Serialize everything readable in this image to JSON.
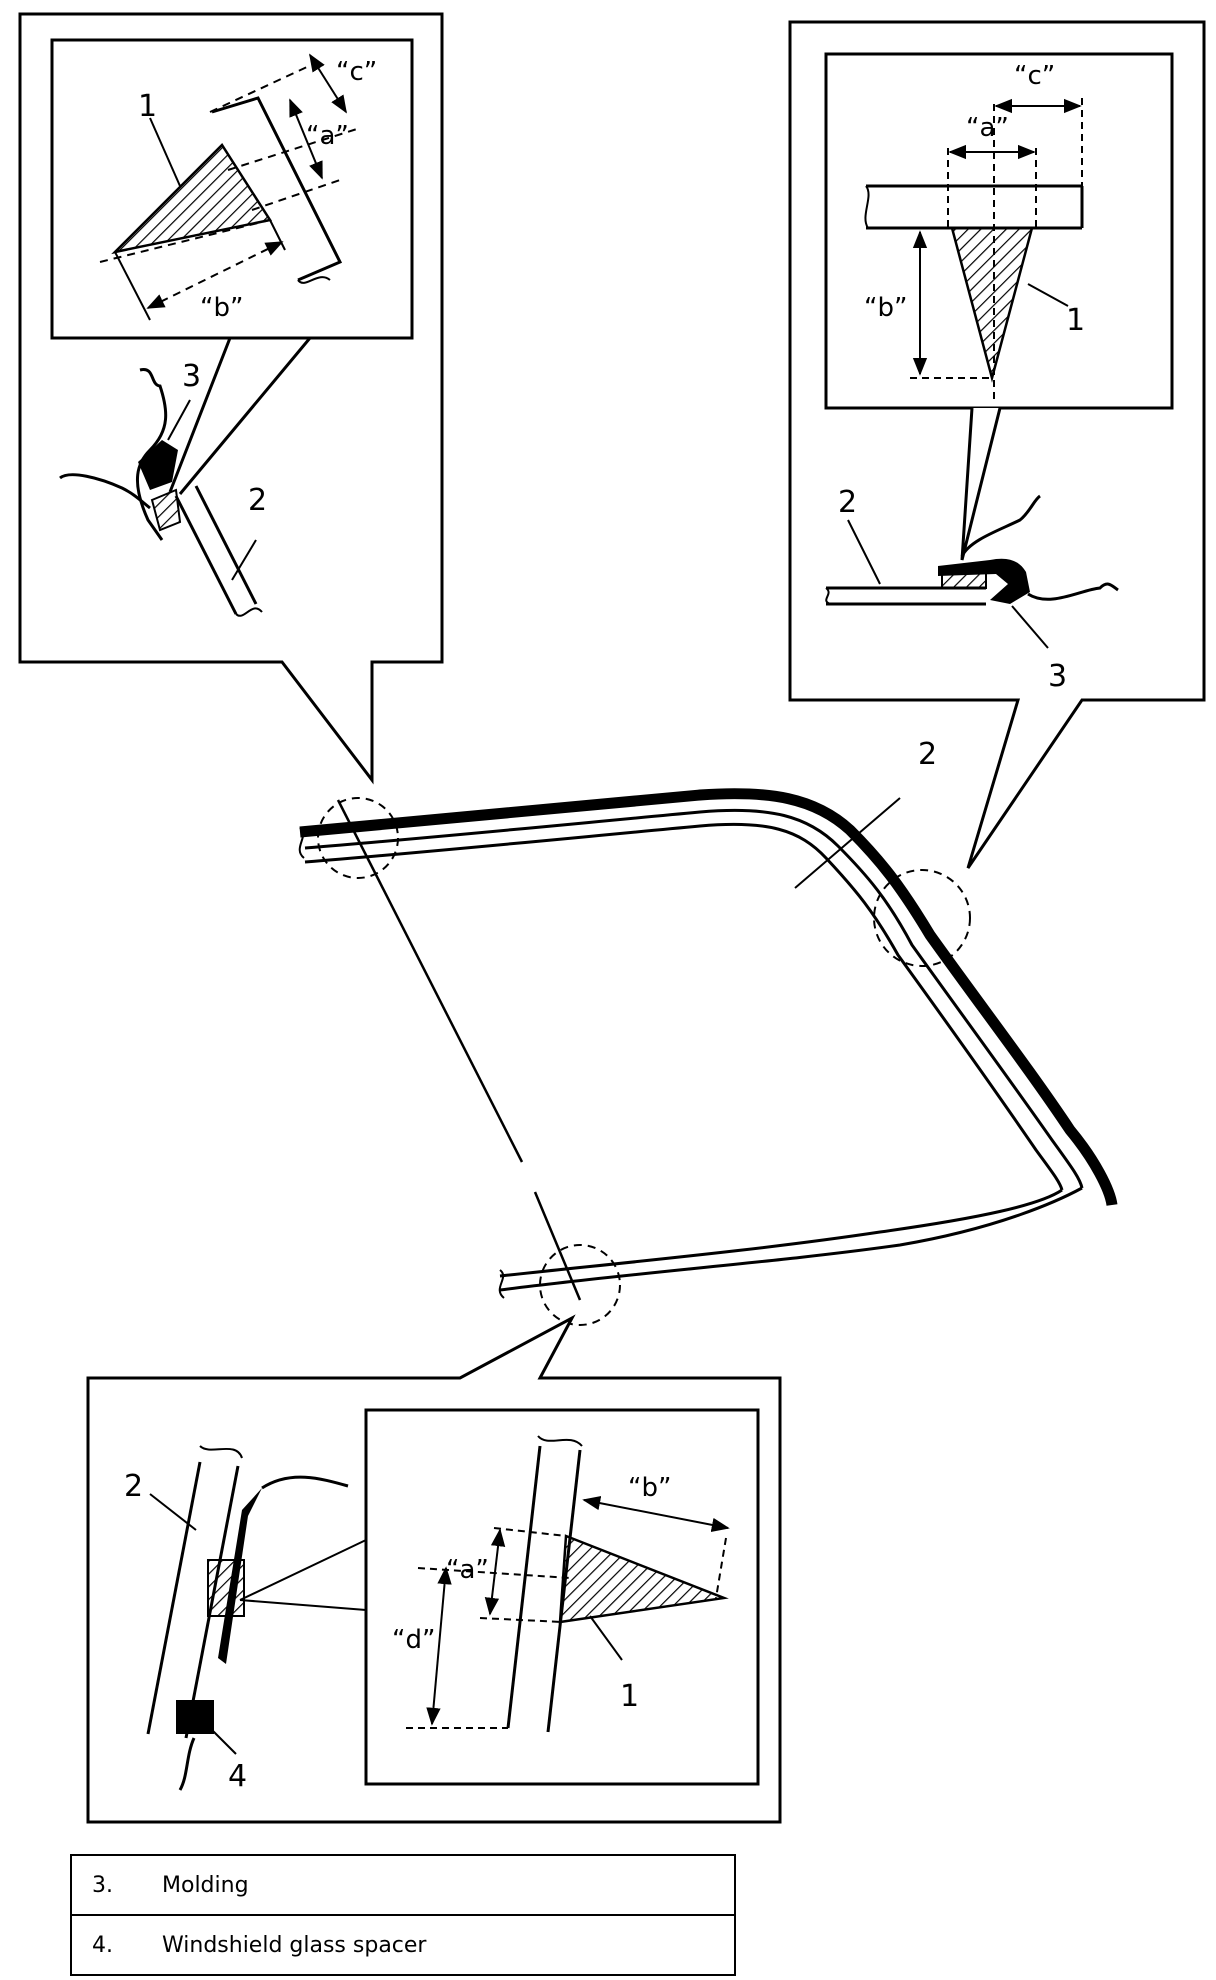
{
  "callouts": {
    "part1": "1",
    "part2": "2",
    "part3": "3",
    "part4": "4"
  },
  "dimensions": {
    "a": "“a”",
    "b": "“b”",
    "c": "“c”",
    "d": "“d”"
  },
  "legend": [
    {
      "num": "3.",
      "text": "Molding"
    },
    {
      "num": "4.",
      "text": "Windshield glass spacer"
    }
  ]
}
